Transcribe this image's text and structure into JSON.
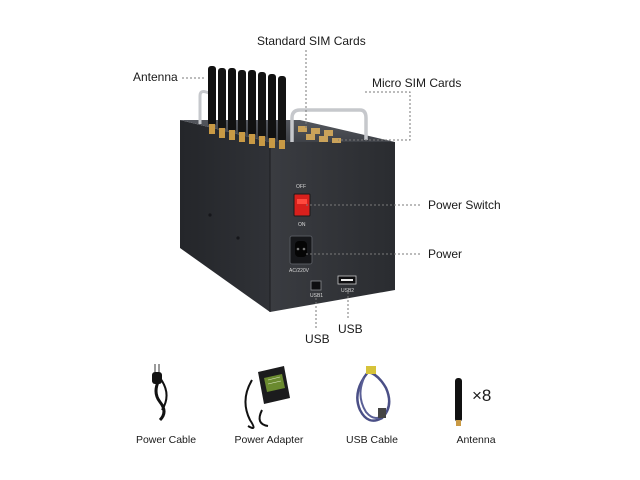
{
  "callouts": {
    "standard_sim": "Standard SIM Cards",
    "antenna": "Antenna",
    "micro_sim": "Micro SIM Cards",
    "power_switch": "Power Switch",
    "power": "Power",
    "usb_a": "USB",
    "usb_b": "USB"
  },
  "device_marks": {
    "off": "OFF",
    "on": "ON",
    "voltage": "AC/220V",
    "usb1": "USB1",
    "usb2": "USB2"
  },
  "accessories": [
    {
      "caption": "Power Cable"
    },
    {
      "caption": "Power Adapter"
    },
    {
      "caption": "USB Cable"
    },
    {
      "caption": "Antenna",
      "quantity": "×8"
    }
  ],
  "colors": {
    "body": "#2f3136",
    "switch": "#d8201c",
    "sim_slot": "#c9a25a",
    "antenna_base": "#c99a45",
    "cable_blue": "#4a4f86"
  }
}
